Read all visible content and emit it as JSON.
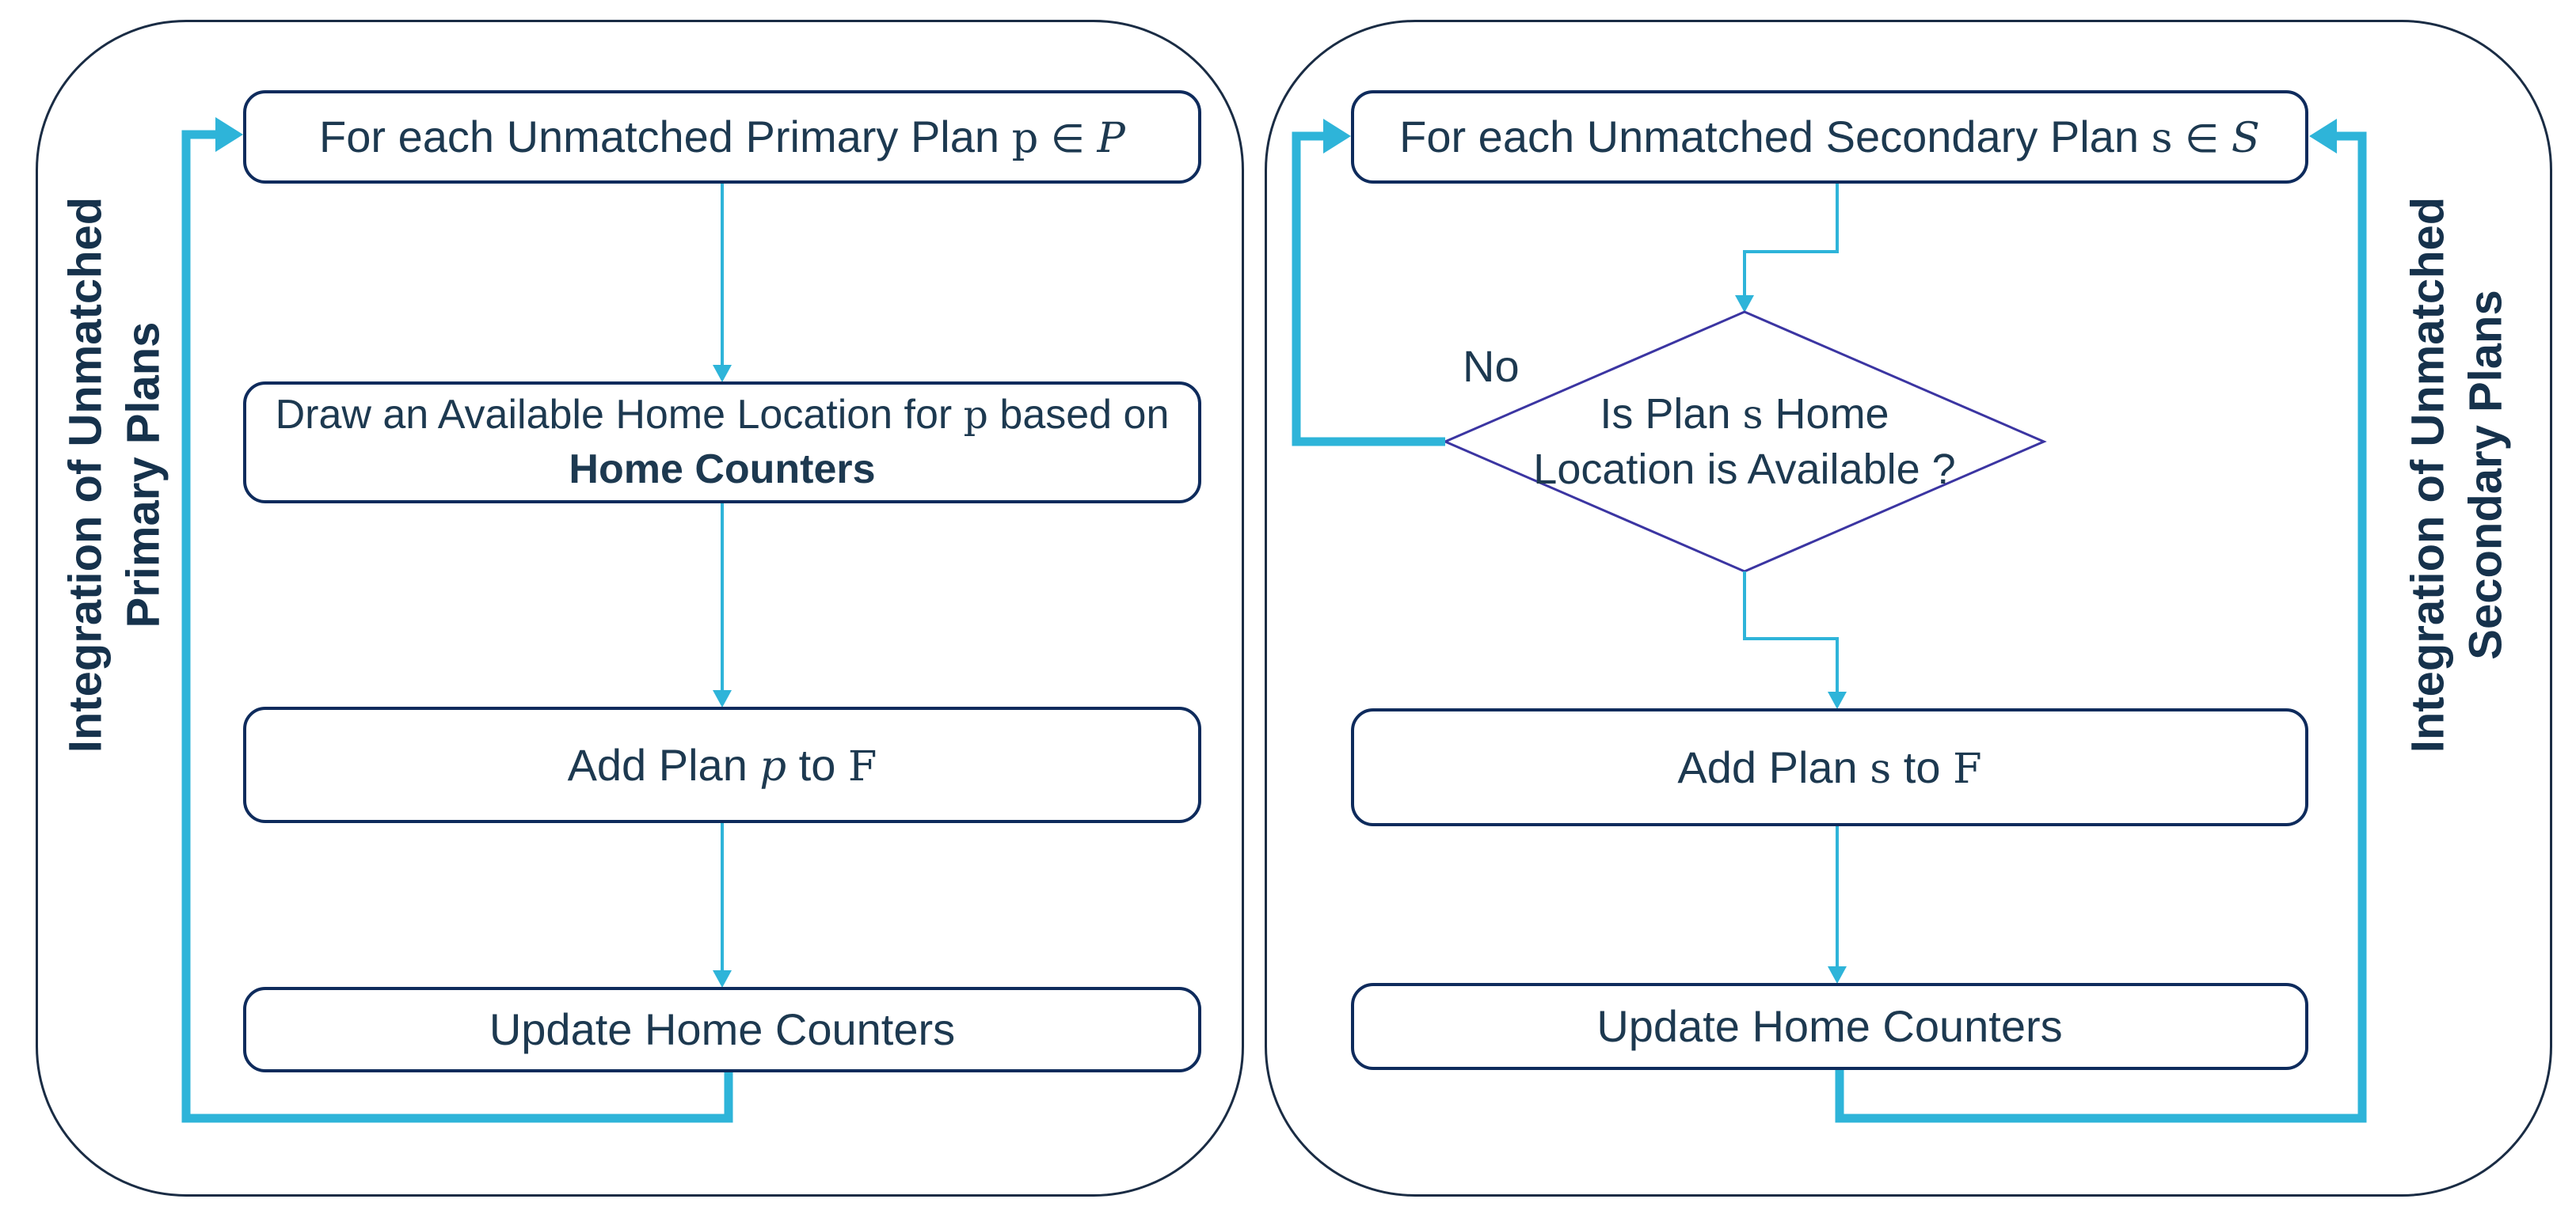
{
  "diagram": {
    "type": "flowchart",
    "colors": {
      "arrow_cyan": "#2EB4D9",
      "box_border_navy": "#0E2B5C",
      "container_border_navy": "#1A2C44",
      "diamond_indigo": "#3B35A2",
      "text_navy": "#1D3950"
    },
    "left_panel": {
      "side_label": {
        "line1": "Integration of Unmatched",
        "line2": "Primary Plans"
      },
      "loop_box": {
        "prefix": "For each Unmatched Primary Plan ",
        "var": "p",
        "elem": " ∈ ",
        "set": "P"
      },
      "draw_box": {
        "line1_prefix": "Draw an Available Home Location for ",
        "var": "p",
        "line1_suffix": " based on",
        "line2": "Home Counters"
      },
      "add_box": {
        "prefix": "Add Plan ",
        "var": "p",
        "mid": " to ",
        "set": "F"
      },
      "update_box": {
        "label": "Update Home Counters"
      }
    },
    "right_panel": {
      "side_label": {
        "line1": "Integration of Unmatched",
        "line2": "Secondary Plans"
      },
      "loop_box": {
        "prefix": "For each Unmatched Secondary Plan ",
        "var": "s",
        "elem": " ∈ ",
        "set": "S"
      },
      "decision": {
        "line1_prefix": "Is Plan ",
        "var": "s",
        "line1_suffix": " Home",
        "line2": "Location is Available ?",
        "no_label": "No"
      },
      "add_box": {
        "prefix": "Add Plan ",
        "var": "s",
        "mid": " to ",
        "set": "F"
      },
      "update_box": {
        "label": "Update Home Counters"
      }
    }
  }
}
